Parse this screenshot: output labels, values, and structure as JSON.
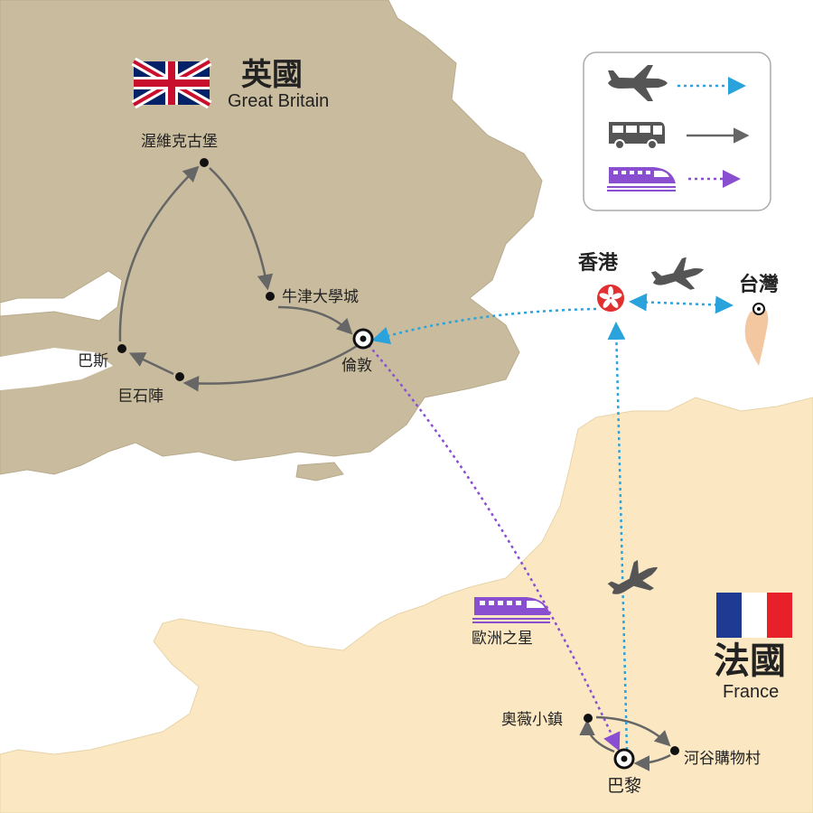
{
  "colors": {
    "britain_land": "#c9bc9e",
    "france_land": "#fbe8c3",
    "sea": "#ffffff",
    "flight_route": "#2aa3dc",
    "coach_route": "#666666",
    "train_route": "#8a4fd0",
    "marker": "#111111",
    "hk_flag": "#e0302f"
  },
  "legend": {
    "items": [
      {
        "icon": "airplane-icon",
        "line": "dotted",
        "color": "#2aa3dc"
      },
      {
        "icon": "coach-bus-icon",
        "line": "solid",
        "color": "#666666"
      },
      {
        "icon": "train-icon",
        "line": "dotted",
        "color": "#8a4fd0"
      }
    ]
  },
  "countries": {
    "britain": {
      "name_zh": "英國",
      "name_en": "Great Britain",
      "flag": "union-jack-icon"
    },
    "france": {
      "name_zh": "法國",
      "name_en": "France",
      "flag": "french-flag-icon"
    }
  },
  "cities": {
    "edinburgh": "渥維克古堡",
    "oxford": "牛津大學城",
    "london": "倫敦",
    "bath": "巴斯",
    "stonehenge": "巨石陣",
    "paris": "巴黎",
    "auvers": "奧薇小鎮",
    "outlet": "河谷購物村"
  },
  "hubs": {
    "hong_kong": "香港",
    "taiwan": "台灣"
  },
  "train": {
    "name": "歐洲之星"
  }
}
